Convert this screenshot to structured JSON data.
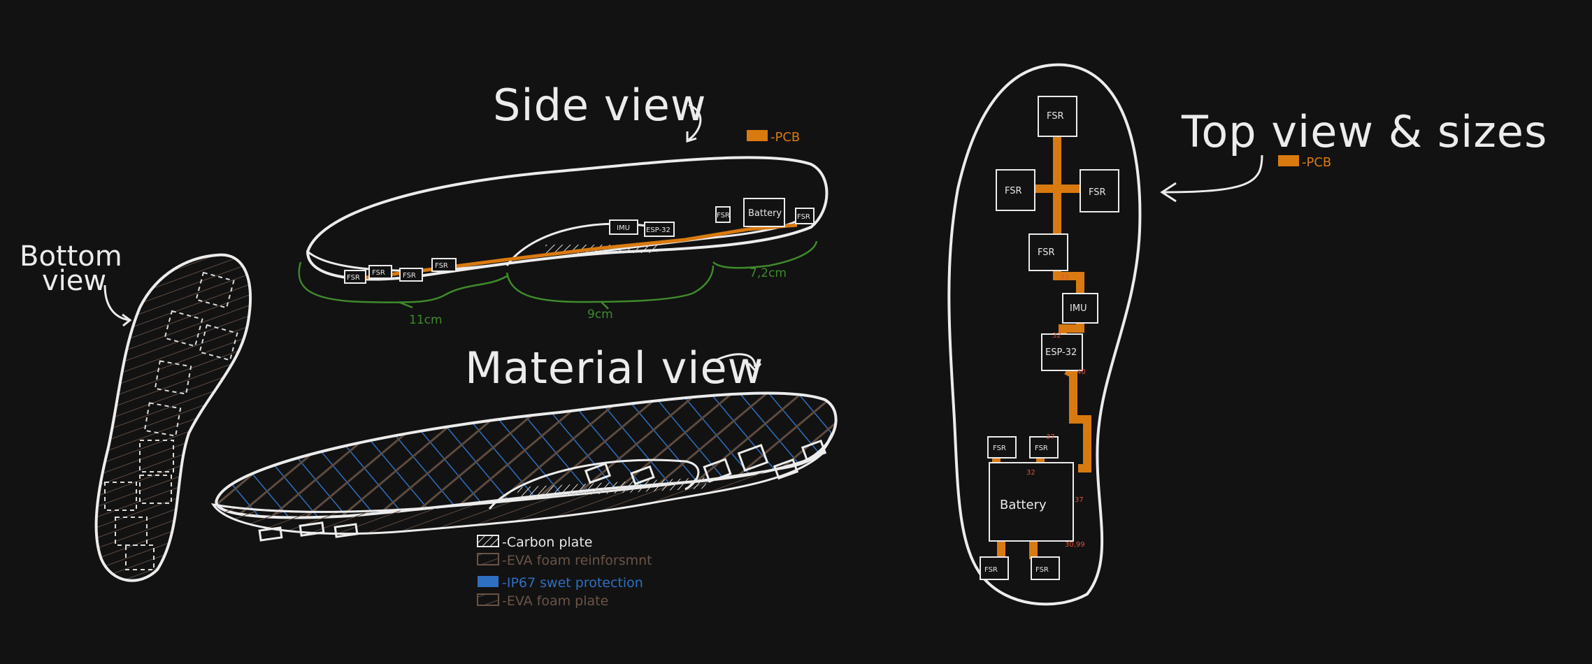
{
  "titles": {
    "side_view": "Side view",
    "top_view": "Top view & sizes",
    "bottom_view_line1": "Bottom",
    "bottom_view_line2": "view",
    "material_view": "Material view"
  },
  "pcb_legend": "-PCB",
  "side_view": {
    "components": [
      "FSR",
      "FSR",
      "FSR",
      "FSR",
      "IMU",
      "ESP-32",
      "FSR",
      "Battery",
      "FSR"
    ],
    "dimensions": [
      "11cm",
      "9cm",
      "7,2cm"
    ]
  },
  "top_view": {
    "components": {
      "fsr_top": "FSR",
      "fsr_left": "FSR",
      "fsr_right": "FSR",
      "fsr_mid": "FSR",
      "imu": "IMU",
      "esp": "ESP-32",
      "fsr_heel_left": "FSR",
      "fsr_heel_right": "FSR",
      "battery": "Battery",
      "fsr_bottom_left": "FSR",
      "fsr_bottom_right": "FSR"
    },
    "size_notes": [
      "33",
      "32",
      "40",
      "37",
      "32",
      "37",
      "30,99"
    ]
  },
  "materials": [
    {
      "label": "-Carbon plate",
      "color": "#e8e8e8"
    },
    {
      "label": "-EVA foam reinforsmnt",
      "color": "#6b5447"
    },
    {
      "label": "-IP67 swet protection",
      "color": "#2e6fc2"
    },
    {
      "label": "-EVA foam plate",
      "color": "#6b5447"
    }
  ],
  "colors": {
    "background": "#121212",
    "outline": "#ececec",
    "pcb": "#d97a10",
    "dimension": "#3f8a2c",
    "eva": "#6b5447",
    "ip67": "#2e6fc2",
    "size_note": "#e0503c"
  }
}
